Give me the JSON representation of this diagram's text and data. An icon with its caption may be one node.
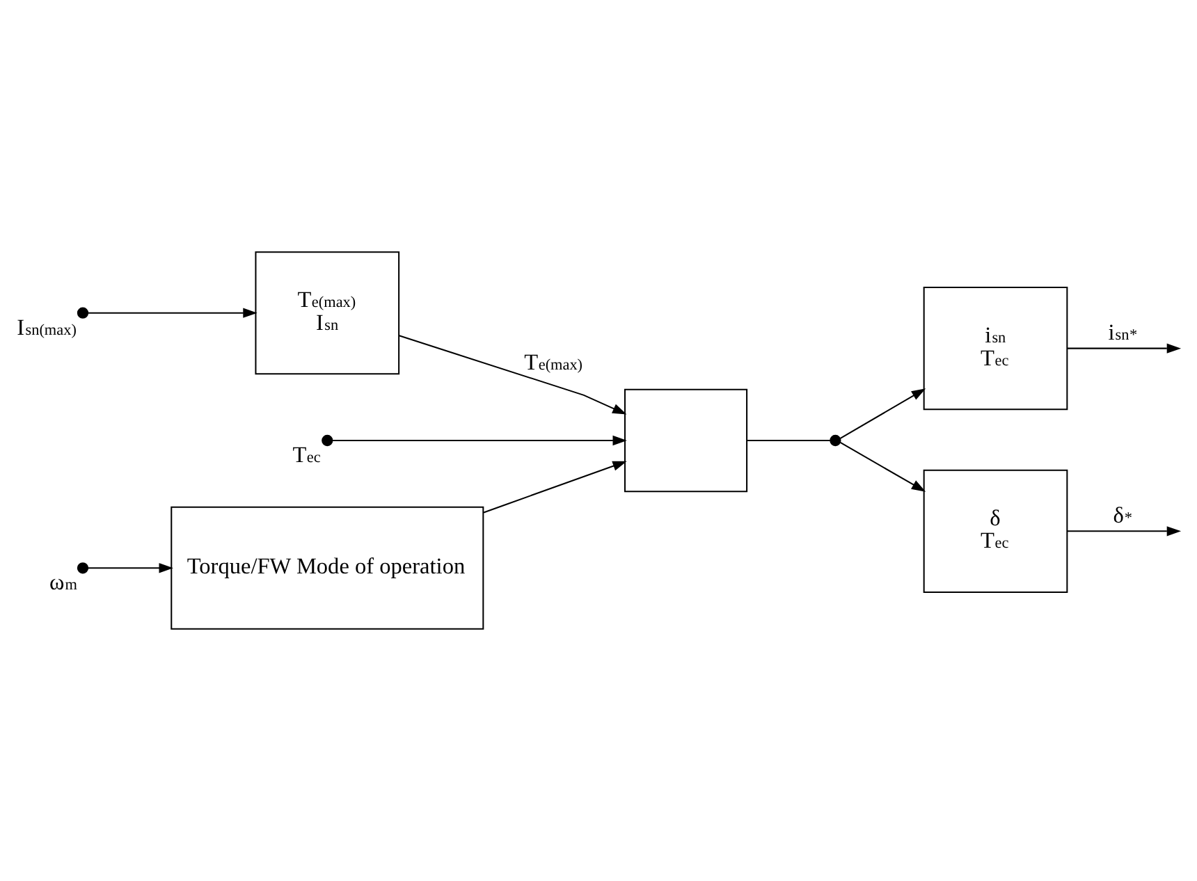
{
  "diagram": {
    "nodes": [
      {
        "text": [],
        "shape": "circle",
        "beside": [
          "I$_{sn(max)}$"
        ]
      },
      {
        "text": [
          "T$_{e(max)}$",
          "I$_{sn}$"
        ]
      },
      {
        "text": [],
        "shape": "circle",
        "beside": [
          "T$_{ec}$"
        ]
      },
      {
        "text": [],
        "shape": "box"
      },
      {
        "text": [],
        "shape": "circle",
        "beside": [
          "ω$_{m}$"
        ]
      },
      {
        "text": [
          "Torque/FW Mode of operation"
        ]
      },
      {
        "text": [],
        "shape": "circle"
      },
      {
        "text": [
          "i$_{sn}$",
          "T$_{ec}$"
        ]
      },
      {
        "text": [
          "δ",
          "T$_{ec}$"
        ]
      }
    ],
    "edges": [
      {
        "from": 0,
        "to": 1,
        "arrow": "to"
      },
      {
        "from": 1,
        "to": 3,
        "arrow": "to",
        "label": "T$_{e(max)}$"
      },
      {
        "from": 2,
        "to": 3,
        "arrow": "to"
      },
      {
        "from": 4,
        "to": 5,
        "arrow": "to"
      },
      {
        "from": 5,
        "to": 3,
        "arrow": "to"
      },
      {
        "from": 3,
        "to": 6,
        "arrow": "none"
      },
      {
        "from": 6,
        "to": 7,
        "arrow": "to"
      },
      {
        "from": 6,
        "to": 8,
        "arrow": "to"
      },
      {
        "from": 7,
        "to": null,
        "arrow": "to",
        "label": "i$_{sn}$$^{*}$"
      },
      {
        "from": 8,
        "to": null,
        "arrow": "to",
        "label": "δ$^{*}$"
      }
    ]
  }
}
